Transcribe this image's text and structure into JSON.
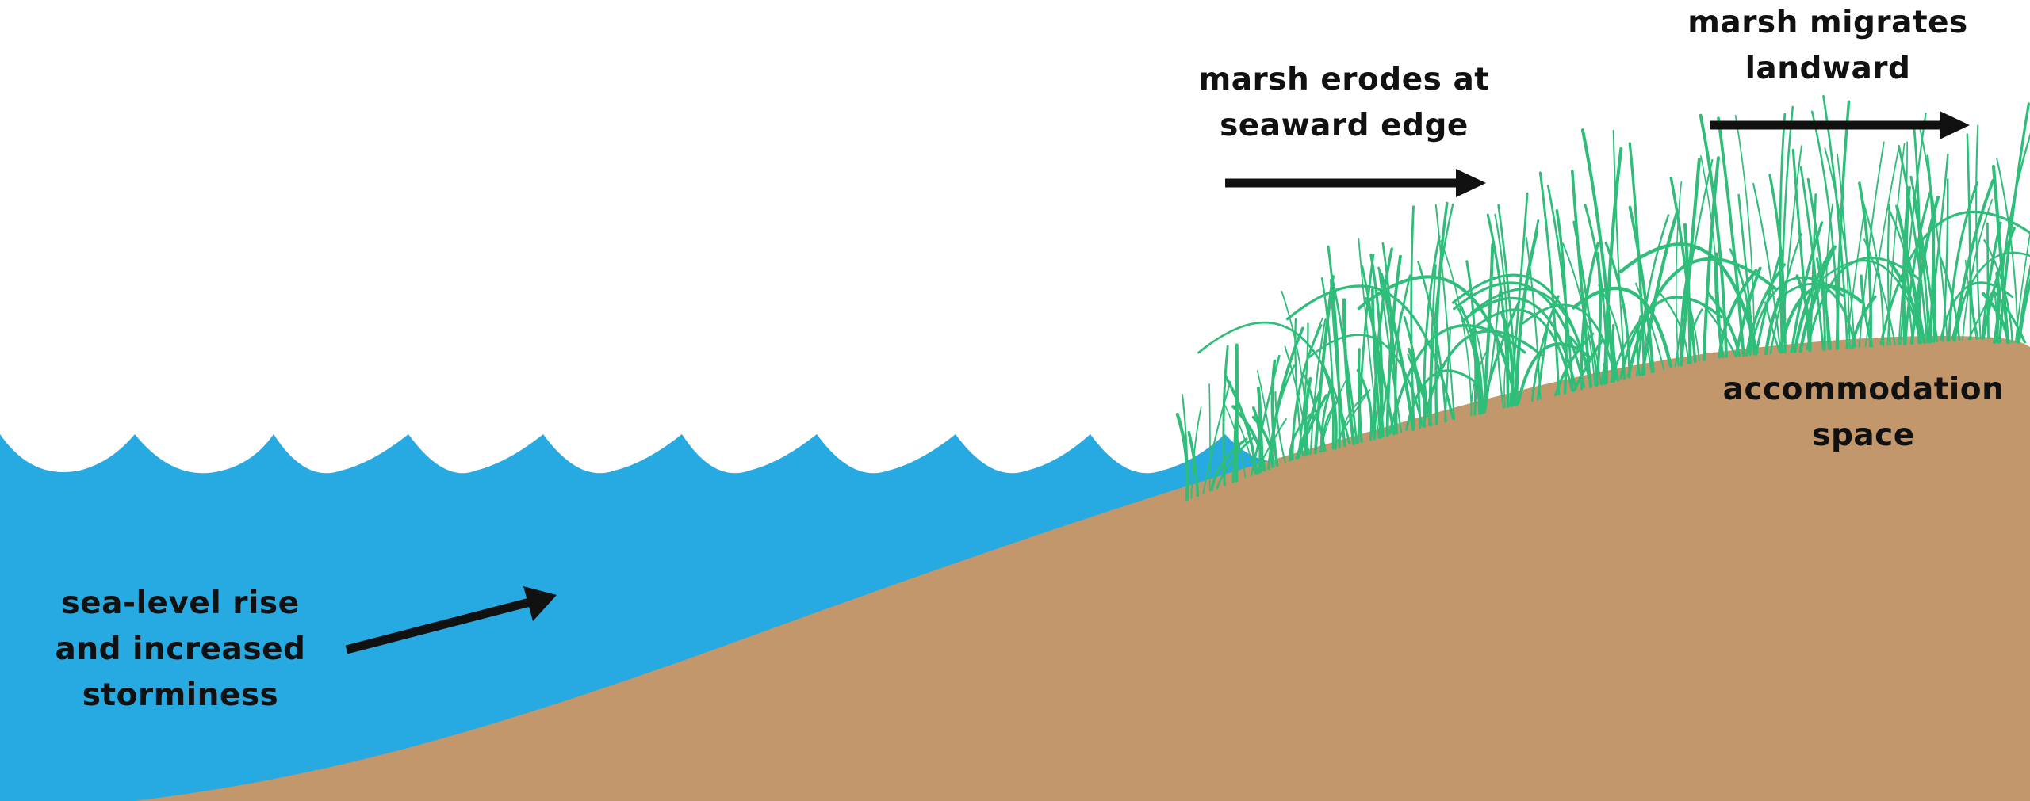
{
  "colors": {
    "water": "#27a9e1",
    "sediment": "#c1976b",
    "marsh_grass": "#2fbd7a",
    "arrow": "#111111",
    "background": "#ffffff"
  },
  "labels": {
    "sea_level_rise": [
      "sea-level rise",
      "and increased",
      "storminess"
    ],
    "marsh_erodes": [
      "marsh erodes at",
      "seaward edge"
    ],
    "marsh_migrates": [
      "marsh migrates",
      "landward"
    ],
    "accommodation_space": [
      "accommodation",
      "space"
    ]
  },
  "icons": [
    "wave-icon",
    "arrow-right-icon",
    "grass-icon"
  ]
}
